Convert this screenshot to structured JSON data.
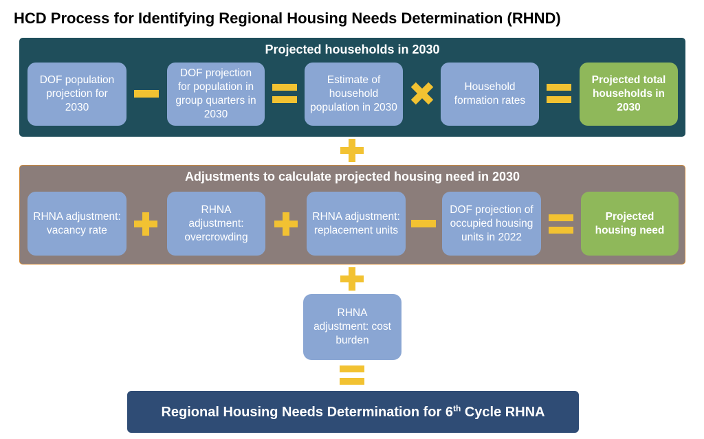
{
  "title": "HCD Process for Identifying Regional Housing Needs Determination (RHND)",
  "panels": {
    "top": {
      "title": "Projected households in 2030",
      "boxes": [
        "DOF population projection for 2030",
        "DOF projection for population in group quarters in 2030",
        "Estimate of household population in 2030",
        "Household formation rates",
        "Projected total households in 2030"
      ]
    },
    "middle": {
      "title": "Adjustments to calculate projected housing need in 2030",
      "boxes": [
        "RHNA adjustment: vacancy rate",
        "RHNA adjustment: overcrowding",
        "RHNA adjustment: replacement units",
        "DOF projection of occupied housing units in 2022",
        "Projected housing need"
      ]
    }
  },
  "cost_burden_box": "RHNA adjustment: cost burden",
  "final_box": {
    "text_before": "Regional Housing Needs Determination for 6",
    "superscript": "th",
    "text_after": " Cycle RHNA"
  },
  "colors": {
    "top_panel": "#1f4e5b",
    "middle_panel": "#8b7d7a",
    "blue_box": "#8aa6d3",
    "green_box": "#8fb85a",
    "final_box": "#2f4c75",
    "operator": "#f2c232"
  }
}
